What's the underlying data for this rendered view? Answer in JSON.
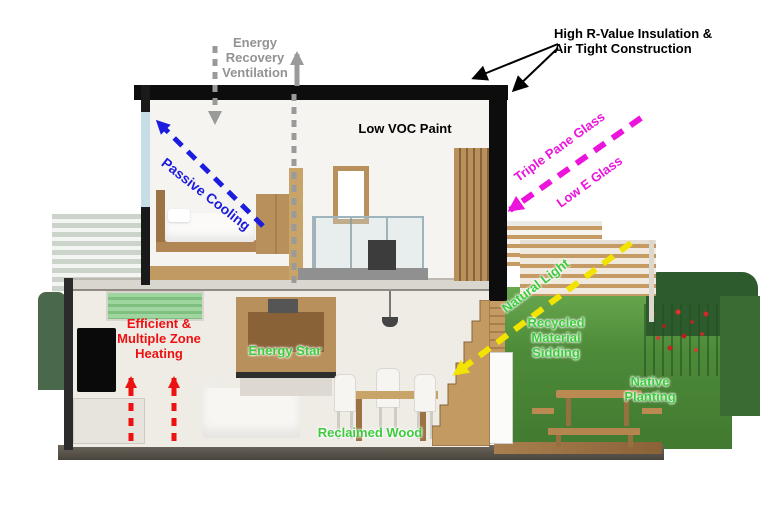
{
  "diagram": {
    "labels": {
      "energy_recovery_ventilation": "Energy\nRecovery\nVentilation",
      "high_r_value": "High R-Value Insulation &\nAir Tight Construction",
      "low_voc_paint": "Low VOC Paint",
      "passive_cooling": "Passive Cooling",
      "triple_pane_glass": "Triple Pane Glass",
      "low_e_glass": "Low E Glass",
      "natural_light": "Natural Light",
      "efficient_heating": "Efficient &\nMultiple Zone\nHeating",
      "energy_star": "Energy Star",
      "recycled_material_sidding": "Recycled\nMaterial\nSidding",
      "native_planting": "Native\nPlanting",
      "reclaimed_wood": "Reclaimed Wood"
    },
    "colors": {
      "ventilation_gray": "#9a9a9a",
      "insulation_black": "#000000",
      "passive_cooling_blue": "#1c1cdf",
      "glass_magenta": "#ec13dc",
      "natural_light_yellow": "#f2e300",
      "heating_red": "#ee1111",
      "eco_green": "#3dcb3d"
    }
  }
}
